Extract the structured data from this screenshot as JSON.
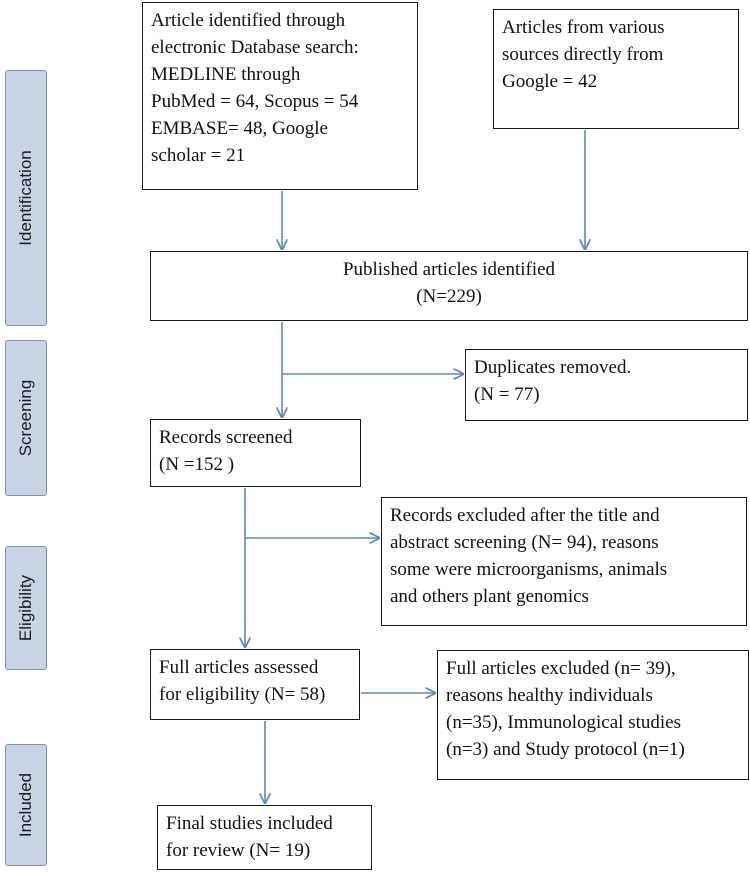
{
  "phases": {
    "identification": "Identification",
    "screening": "Screening",
    "eligibility": "Eligibility",
    "included": "Included"
  },
  "boxes": {
    "database_search": "Article identified through\nelectronic Database search:\nMEDLINE through\nPubMed = 64, Scopus = 54\nEMBASE= 48, Google\nscholar = 21",
    "other_sources": "Articles from various\nsources directly from\nGoogle = 42",
    "identified": "Published articles identified\n(N=229)",
    "duplicates": "Duplicates removed.\n(N = 77)",
    "screened": "Records screened\n(N =152 )",
    "excluded_screening": "Records excluded after the title and\nabstract screening (N= 94), reasons\nsome were microorganisms, animals\nand others plant genomics",
    "full_assessed": "Full articles assessed\nfor eligibility (N= 58)",
    "full_excluded": "Full articles excluded (n= 39),\nreasons healthy individuals\n(n=35), Immunological studies\n(n=3) and Study protocol (n=1)",
    "final_included": "Final studies included\nfor review (N= 19)"
  },
  "colors": {
    "arrow": "#5b87c5",
    "phase_fill": "#c9d3e6",
    "border": "#1a1a1a"
  }
}
